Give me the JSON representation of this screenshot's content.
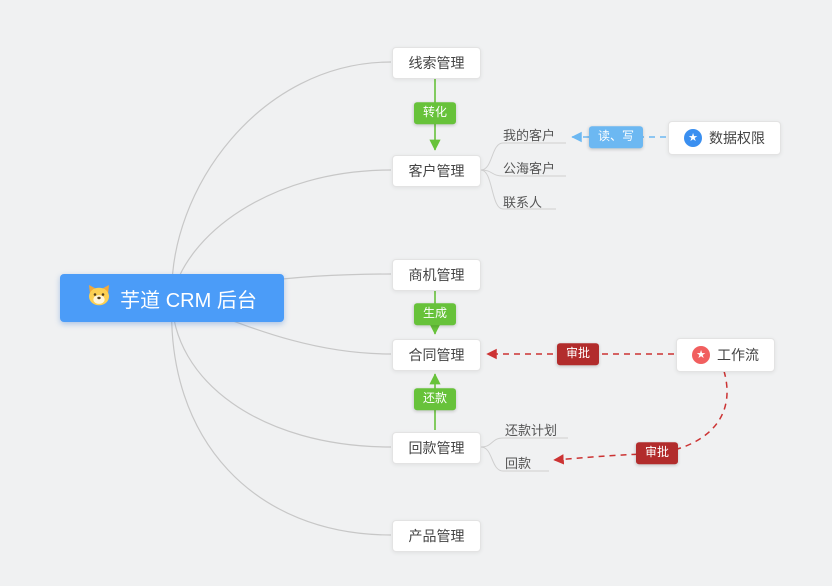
{
  "root": {
    "label": "芋道 CRM 后台"
  },
  "modules": [
    "线索管理",
    "客户管理",
    "商机管理",
    "合同管理",
    "回款管理",
    "产品管理"
  ],
  "customer_children": [
    "我的客户",
    "公海客户",
    "联系人"
  ],
  "receivable_children": [
    "还款计划",
    "回款"
  ],
  "badges": {
    "convert": "转化",
    "generate": "生成",
    "repayment": "还款",
    "read_write": "读、写",
    "approval_contract": "审批",
    "approval_receivable": "审批"
  },
  "right_nodes": {
    "data_permission": "数据权限",
    "workflow": "工作流"
  },
  "glyphs": {
    "star": "★"
  },
  "icons": {
    "root": "dog-icon",
    "data_permission": "star-icon-blue",
    "workflow": "star-icon-red"
  },
  "colors": {
    "background": "#f0f1f2",
    "root_bg": "#4b9cf8",
    "badge_green": "#67c23a",
    "badge_blue": "#6cb8f2",
    "badge_red": "#b22c2c",
    "line_red": "#cc3333",
    "line_blue": "#6cb8f2",
    "line_gray": "#c7c7c7",
    "node_bg": "#ffffff",
    "node_border": "#e3e3e3",
    "icon_blue": "#3a8ff0",
    "icon_red": "#f15f5f"
  }
}
